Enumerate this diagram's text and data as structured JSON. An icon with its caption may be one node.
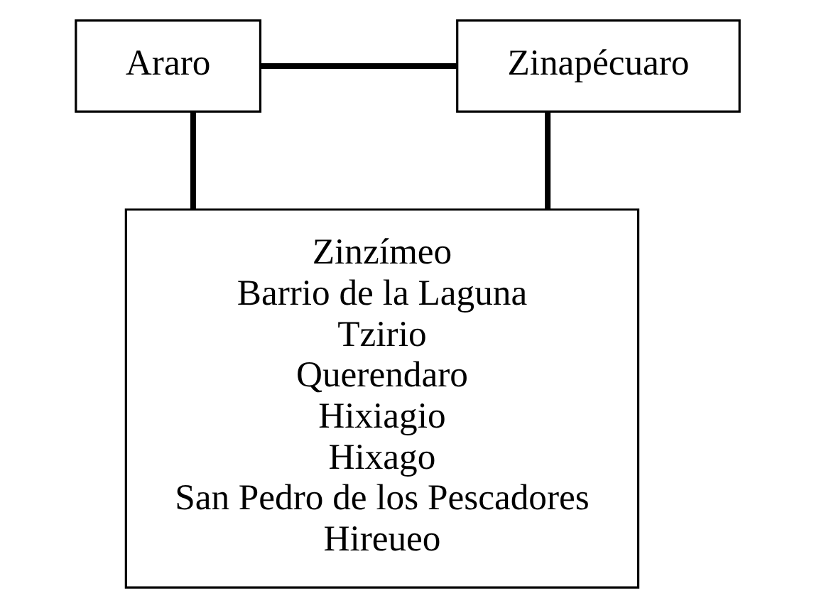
{
  "diagram": {
    "nodes": [
      {
        "text": [
          "Araro"
        ]
      },
      {
        "text": [
          "Zinapécuaro"
        ]
      },
      {
        "text": [
          "Zinzímeo",
          "Barrio de la Laguna",
          "Tzirio",
          "Querendaro",
          "Hixiagio",
          "Hixago",
          "San Pedro de los Pescadores",
          "Hireueo"
        ]
      }
    ],
    "edges": [
      {
        "from": 0,
        "to": 1,
        "arrow": "none"
      },
      {
        "from": 0,
        "to": 2,
        "arrow": "none"
      },
      {
        "from": 1,
        "to": 2,
        "arrow": "none"
      }
    ]
  }
}
